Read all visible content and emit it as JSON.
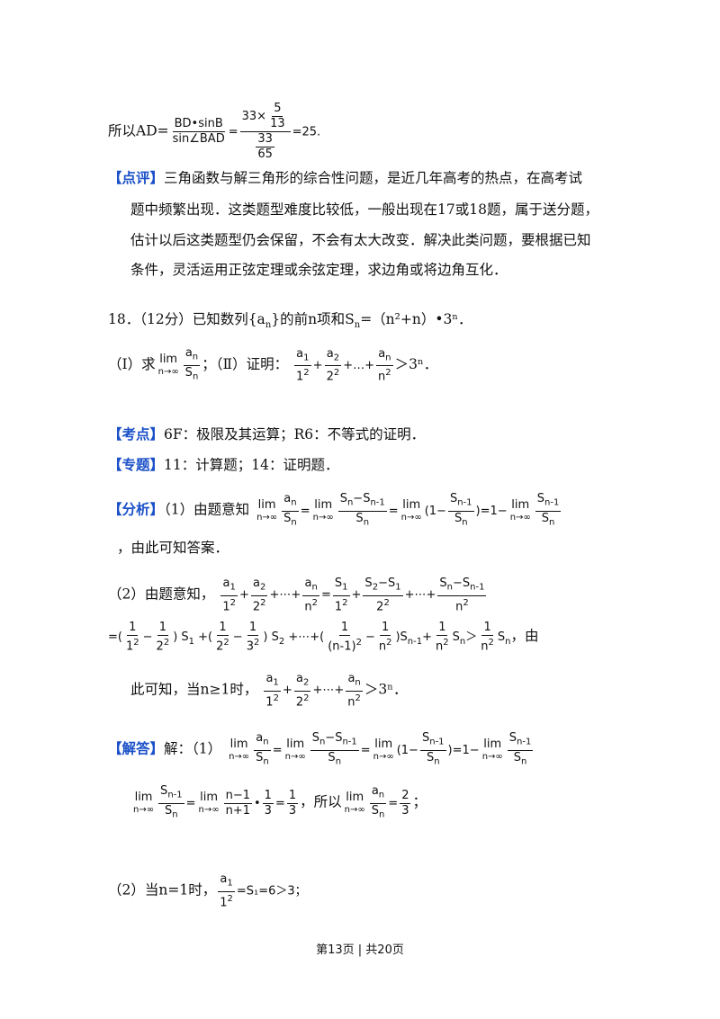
{
  "line_ad": {
    "prefix": "所以AD=",
    "num1": "BD•sinB",
    "den1": "sin∠BAD",
    "eq": "=",
    "num2a": "33×",
    "num2b_num": "5",
    "num2b_den": "13",
    "den2": "33",
    "den2b": "65",
    "result": "=25."
  },
  "comment": {
    "tag": "【点评】",
    "line1": "三角函数与解三角形的综合性问题，是近几年高考的热点，在高考试",
    "line2": "题中频繁出现．这类题型难度比较低，一般出现在17或18题，属于送分题，",
    "line3": "估计以后这类题型仍会保留，不会有太大改变．解决此类问题，要根据已知",
    "line4": "条件，灵活运用正弦定理或余弦定理，求边角或将边角互化．"
  },
  "q18": {
    "head": "18．（12分）已知数列{a",
    "head_sub": "n",
    "head_mid": "}的前n项和S",
    "head_sub2": "n",
    "head_end": "=（n²+n）•3ⁿ．",
    "part1": "（Ⅰ）求",
    "lim": "lim",
    "lim_to": "n→∞",
    "an": "a",
    "an_sub": "n",
    "sn": "S",
    "sn_sub": "n",
    "part1_end": "；（Ⅱ）证明：",
    "part2_end": "＞3ⁿ．"
  },
  "kaodian": {
    "tag": "【考点】",
    "text": "6F：极限及其运算；R6：不等式的证明．"
  },
  "zhuanti": {
    "tag": "【专题】",
    "text": "11：计算题；14：证明题．"
  },
  "fenxi": {
    "tag": "【分析】",
    "start": "（1）由题意知",
    "line2": "，由此可知答案．",
    "p2_start": "（2）由题意知，",
    "p2_l3_end": "，由",
    "p2_l4_start": "此可知，当n≥1时，",
    "p2_l4_end": "＞3ⁿ．"
  },
  "jieda": {
    "tag": "【解答】",
    "start": "解：（1）",
    "l2_mid": "，所以",
    "l2_end": "；",
    "p2": "（2）当n=1时，",
    "p2_end": "=S₁=6＞3；"
  },
  "footer": "第13页 | 共20页"
}
